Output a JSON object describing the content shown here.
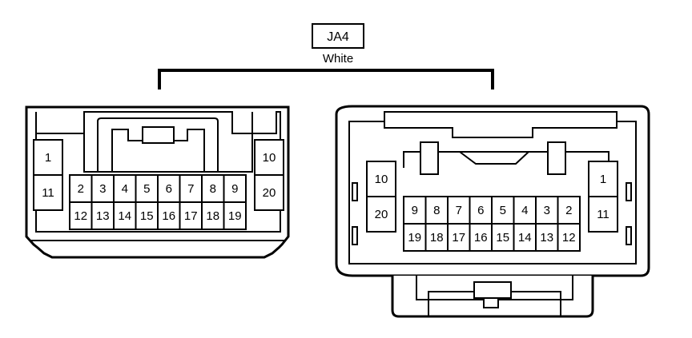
{
  "connector": {
    "code": "JA4",
    "color": "White"
  },
  "left_view": {
    "side_upper": "1",
    "side_lower": "11",
    "main_upper": [
      "2",
      "3",
      "4",
      "5",
      "6",
      "7",
      "8",
      "9"
    ],
    "main_lower": [
      "12",
      "13",
      "14",
      "15",
      "16",
      "17",
      "18",
      "19"
    ],
    "end_upper": "10",
    "end_lower": "20"
  },
  "right_view": {
    "side_upper": "10",
    "side_lower": "20",
    "main_upper": [
      "9",
      "8",
      "7",
      "6",
      "5",
      "4",
      "3",
      "2"
    ],
    "main_lower": [
      "19",
      "18",
      "17",
      "16",
      "15",
      "14",
      "13",
      "12"
    ],
    "end_upper": "1",
    "end_lower": "11"
  },
  "colors": {
    "line": "#000000",
    "background": "#ffffff"
  }
}
